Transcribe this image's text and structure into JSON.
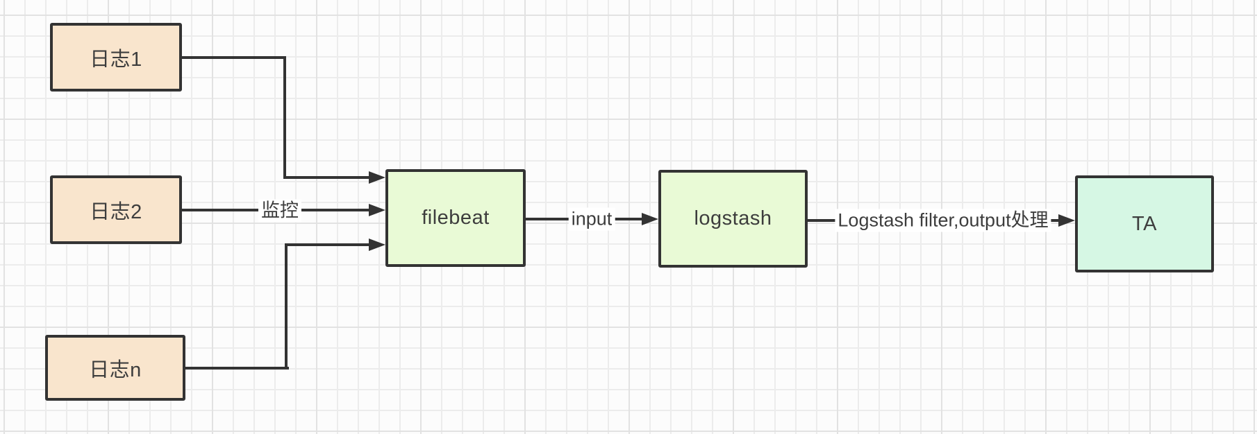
{
  "nodes": {
    "log1": {
      "label": "日志1"
    },
    "log2": {
      "label": "日志2"
    },
    "logn": {
      "label": "日志n"
    },
    "filebeat": {
      "label": "filebeat"
    },
    "logstash": {
      "label": "logstash"
    },
    "ta": {
      "label": "TA"
    }
  },
  "edges": {
    "monitor": {
      "label": "监控"
    },
    "input": {
      "label": "input"
    },
    "process": {
      "label": "Logstash filter,output处理"
    }
  },
  "colors": {
    "node-log-fill": "#f9e5cd",
    "node-beat-fill": "#e9fad6",
    "node-ta-fill": "#d6f7e4",
    "stroke": "#333333",
    "text": "#3d3d3d",
    "grid-minor": "#ececec",
    "grid-major": "#e2e2e2",
    "canvas-bg": "#fcfcfc",
    "label-bg": "#ffffff"
  }
}
